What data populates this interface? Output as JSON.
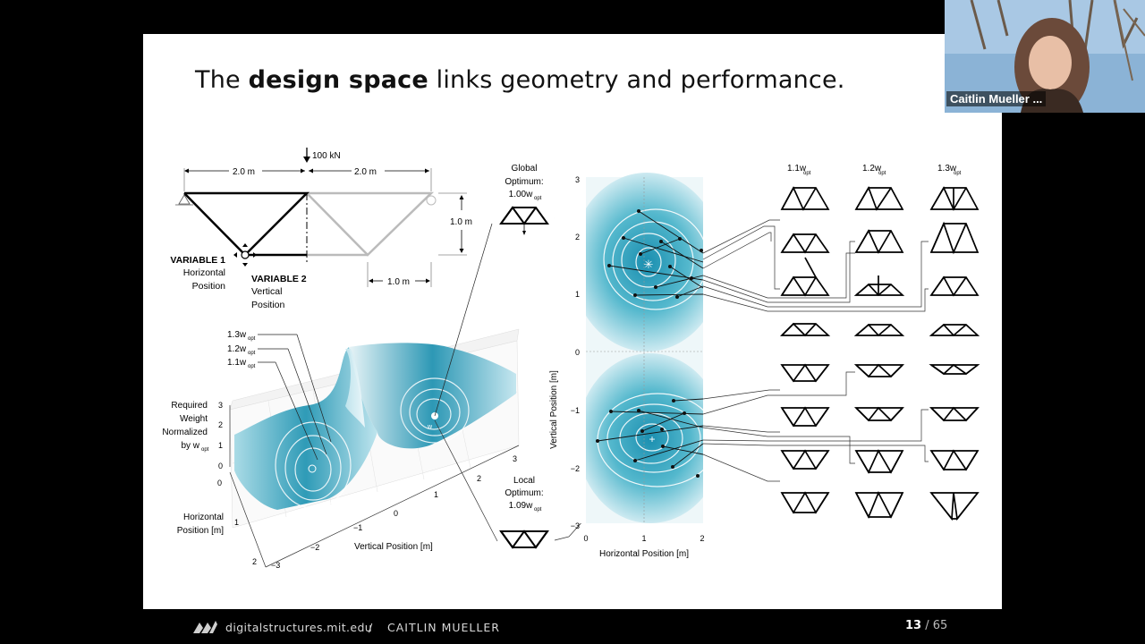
{
  "slide": {
    "title_pre": "The ",
    "title_bold": "design space",
    "title_post": " links geometry and performance.",
    "truss": {
      "load": "100 kN",
      "span_left": "2.0 m",
      "span_right": "2.0 m",
      "height": "1.0 m",
      "panel": "1.0 m",
      "var1_title": "VARIABLE 1",
      "var1_l1": "Horizontal",
      "var1_l2": "Position",
      "var2_title": "VARIABLE 2",
      "var2_l1": "Vertical",
      "var2_l2": "Position"
    },
    "surface": {
      "label_13": "1.3w",
      "label_12": "1.2w",
      "label_11": "1.1w",
      "sub": "opt",
      "z_label_1": "Required",
      "z_label_2": "Weight",
      "z_label_3": "Normalized",
      "z_label_4": "by w",
      "z_ticks": [
        "3",
        "2",
        "1",
        "0"
      ],
      "h_label_1": "Horizontal",
      "h_label_2": "Position [m]",
      "h_ticks": [
        "0",
        "1",
        "2"
      ],
      "v_label": "Vertical Position [m]",
      "v_ticks": [
        "−3",
        "−2",
        "−1",
        "0",
        "1",
        "2",
        "3"
      ],
      "opt_mark": "w",
      "opt_sub": "opt"
    },
    "global_opt": {
      "l1": "Global",
      "l2": "Optimum:",
      "l3": "1.00w",
      "sub": "opt"
    },
    "local_opt": {
      "l1": "Local",
      "l2": "Optimum:",
      "l3": "1.09w",
      "sub": "opt"
    },
    "contour": {
      "y_label": "Vertical Position [m]",
      "y_ticks": [
        "3",
        "2",
        "1",
        "0",
        "−1",
        "−2",
        "−3"
      ],
      "x_label": "Horizontal Position [m]",
      "x_ticks": [
        "0",
        "1",
        "2"
      ]
    },
    "columns": {
      "c1": "1.1w",
      "c2": "1.2w",
      "c3": "1.3w",
      "sub": "opt"
    }
  },
  "footer": {
    "site": "digitalstructures.mit.edu",
    "separator": "/",
    "author": "CAITLIN MUELLER",
    "page_current": "13",
    "page_separator": "/",
    "page_total": "65"
  },
  "video": {
    "participant_name": "Caitlin Mueller ..."
  }
}
